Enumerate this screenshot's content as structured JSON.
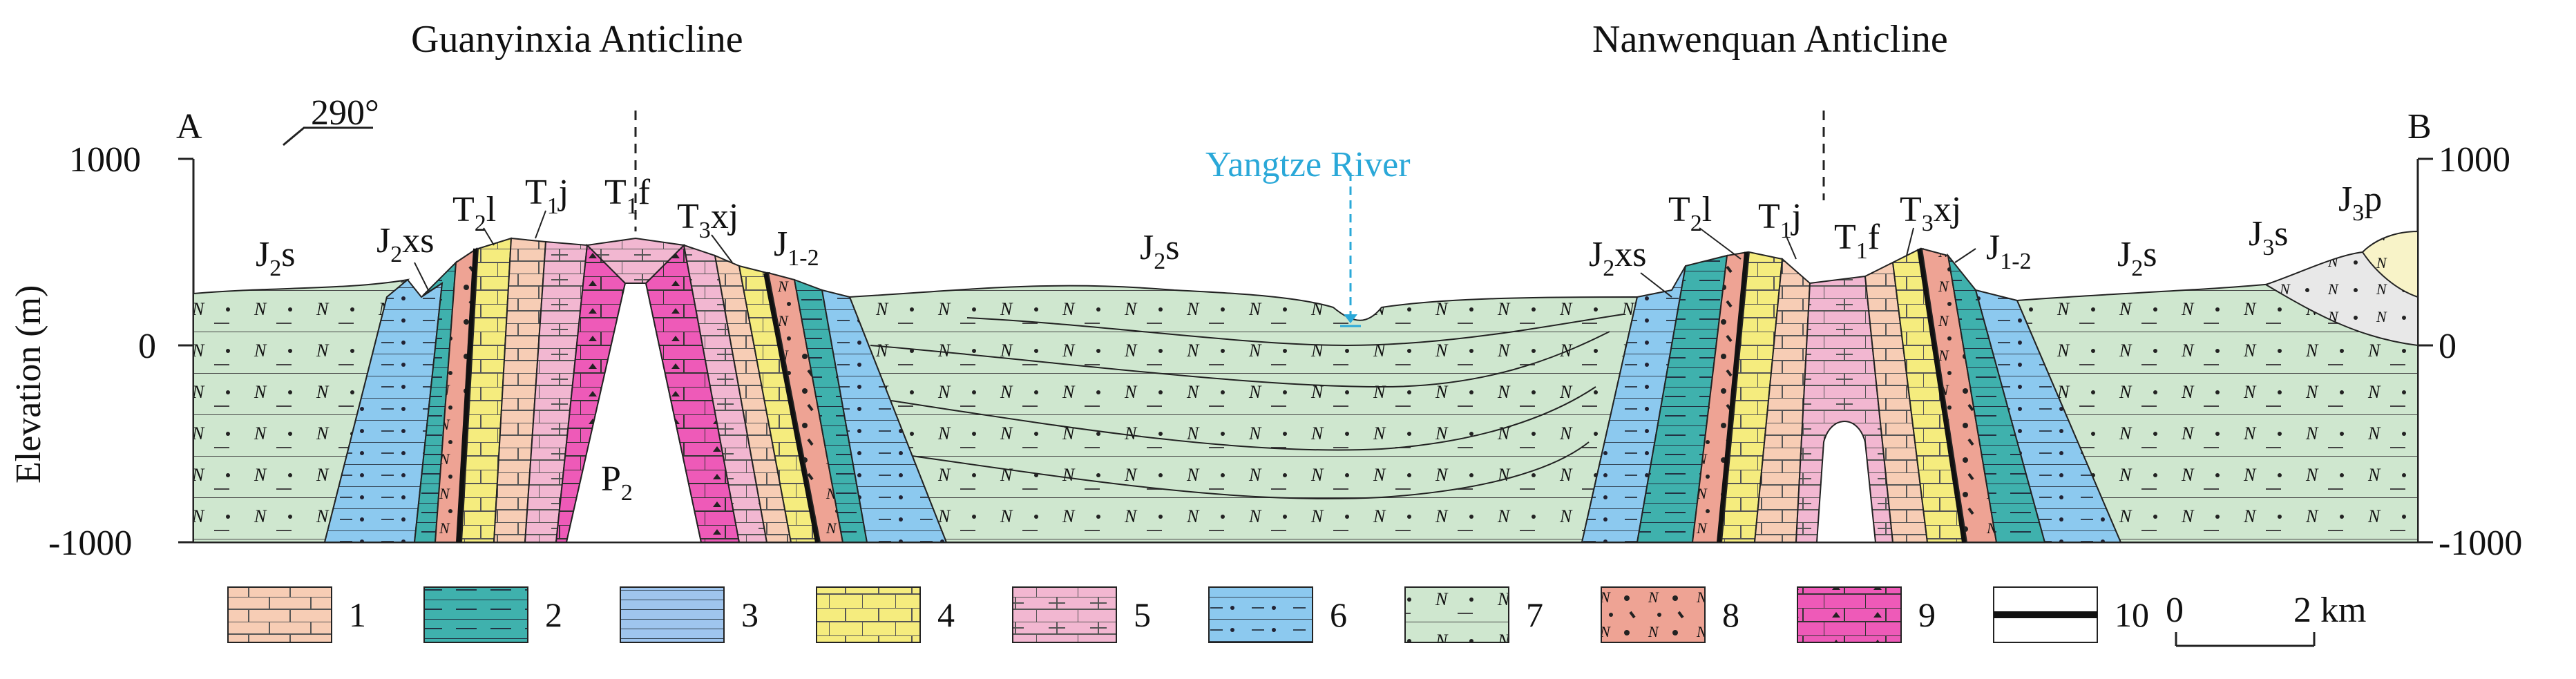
{
  "titles": {
    "left_anticline": "Guanyinxia Anticline",
    "right_anticline": "Nanwenquan Anticline",
    "river": "Yangtze River"
  },
  "section": {
    "start": "A",
    "end": "B",
    "azimuth": "290°",
    "ylabel": "Elevation (m)",
    "ticks": [
      "1000",
      "0",
      "-1000"
    ]
  },
  "formations": {
    "J2s": {
      "main": "J",
      "sub": "2",
      "tail": "s"
    },
    "J2xs": {
      "main": "J",
      "sub": "2",
      "tail": "xs"
    },
    "T2l": {
      "main": "T",
      "sub": "2",
      "tail": "l"
    },
    "T1j": {
      "main": "T",
      "sub": "1",
      "tail": "j"
    },
    "T1f": {
      "main": "T",
      "sub": "1",
      "tail": "f"
    },
    "T3xj": {
      "main": "T",
      "sub": "3",
      "tail": "xj"
    },
    "J1-2": {
      "main": "J",
      "sub": "1-2",
      "tail": ""
    },
    "J3s": {
      "main": "J",
      "sub": "3",
      "tail": "s"
    },
    "J3p": {
      "main": "J",
      "sub": "3",
      "tail": "p"
    },
    "P2": {
      "main": "P",
      "sub": "2",
      "tail": ""
    }
  },
  "legend": {
    "items": [
      {
        "num": "1",
        "color": "#f7cdb5",
        "pattern": "limestone"
      },
      {
        "num": "2",
        "color": "#3fb1ad",
        "pattern": "shale"
      },
      {
        "num": "3",
        "color": "#9fc5ee",
        "pattern": "lines"
      },
      {
        "num": "4",
        "color": "#f5ec7e",
        "pattern": "dolomite"
      },
      {
        "num": "5",
        "color": "#f2b7d1",
        "pattern": "marl"
      },
      {
        "num": "6",
        "color": "#8cc9ef",
        "pattern": "siltstone"
      },
      {
        "num": "7",
        "color": "#cfe7cf",
        "pattern": "sandstone-N"
      },
      {
        "num": "8",
        "color": "#eea394",
        "pattern": "conglomerate"
      },
      {
        "num": "9",
        "color": "#ee5ab8",
        "pattern": "chert-limestone"
      },
      {
        "num": "10",
        "color": "#ffffff",
        "pattern": "fault-line"
      }
    ],
    "scale": {
      "zero": "0",
      "km": "2 km"
    }
  },
  "colors": {
    "outline": "#222222",
    "river": "#2aa8d8"
  }
}
